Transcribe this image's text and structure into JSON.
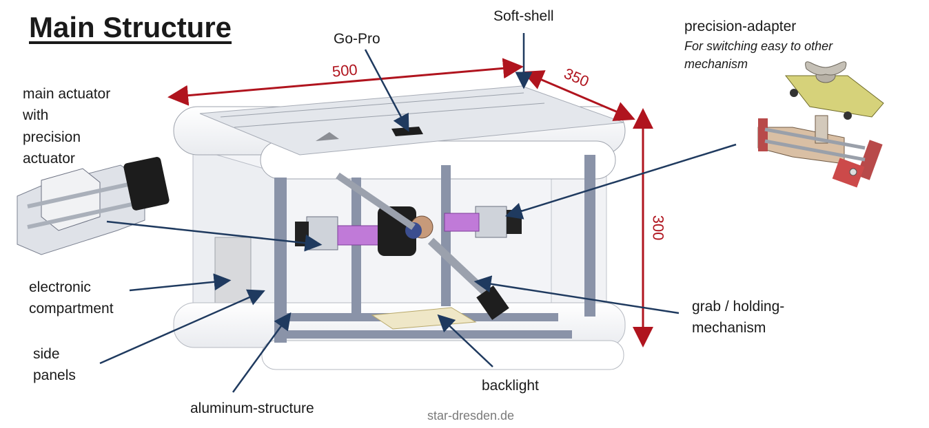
{
  "title": "Main Structure",
  "labels": {
    "gopro": "Go-Pro",
    "softshell": "Soft-shell",
    "precision_adapter": "precision-adapter",
    "precision_adapter_note_1": "For switching easy to other",
    "precision_adapter_note_2": "mechanism",
    "main_actuator_1": "main actuator",
    "main_actuator_2": "with",
    "main_actuator_3": "precision",
    "main_actuator_4": "actuator",
    "electronic_1": "electronic",
    "electronic_2": "compartment",
    "side_1": "side",
    "side_2": "panels",
    "aluminum": "aluminum-structure",
    "backlight": "backlight",
    "grab_1": "grab / holding-",
    "grab_2": "mechanism"
  },
  "dimensions": {
    "width": "500",
    "depth": "350",
    "height": "300"
  },
  "watermark": "star-dresden.de",
  "colors": {
    "dimension": "#b0141e",
    "leader": "#1f3a5f",
    "frame": "#8a93a8",
    "actuator": "#c07ad8"
  }
}
